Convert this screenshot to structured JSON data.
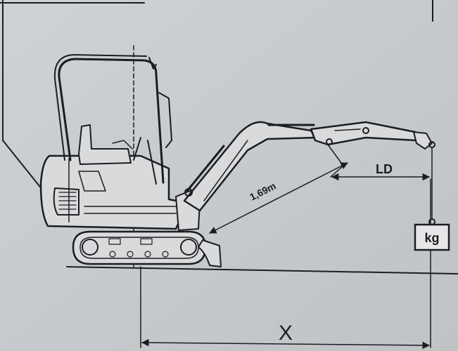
{
  "diagram": {
    "dimension_radius_label": "1,69m",
    "load_distance_label": "LD",
    "horizontal_distance_label": "X",
    "load_weight_label": "kg"
  },
  "colors": {
    "background": "#c9ccce",
    "ink": "#1c1d20"
  }
}
